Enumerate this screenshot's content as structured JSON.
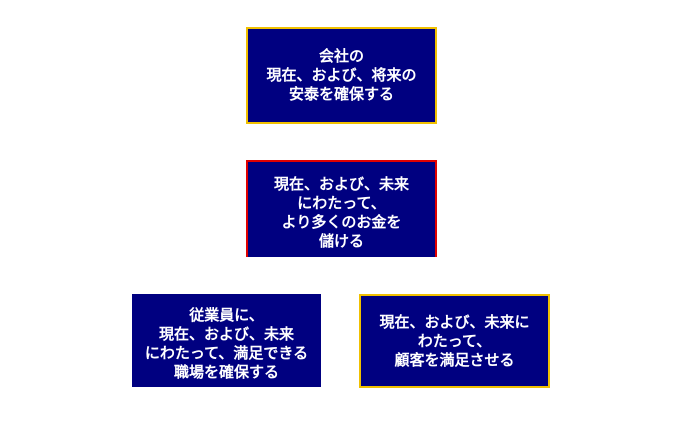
{
  "boxes": [
    {
      "lines": [
        "会社の",
        "現在、および、将来の",
        "安泰を確保する"
      ]
    },
    {
      "lines": [
        "現在、および、未来",
        "にわたって、",
        "より多くのお金を",
        "儲ける"
      ]
    },
    {
      "lines": [
        "従業員に、",
        "現在、および、未来",
        "にわたって、満足できる",
        "職場を確保する"
      ]
    },
    {
      "lines": [
        "現在、および、未来に",
        "わたって、",
        "顧客を満足させる"
      ]
    }
  ],
  "colors": {
    "box_fill": "#000080",
    "top_border": "#f0c000",
    "middle_border": "#e00000",
    "right_border": "#f0c000"
  }
}
